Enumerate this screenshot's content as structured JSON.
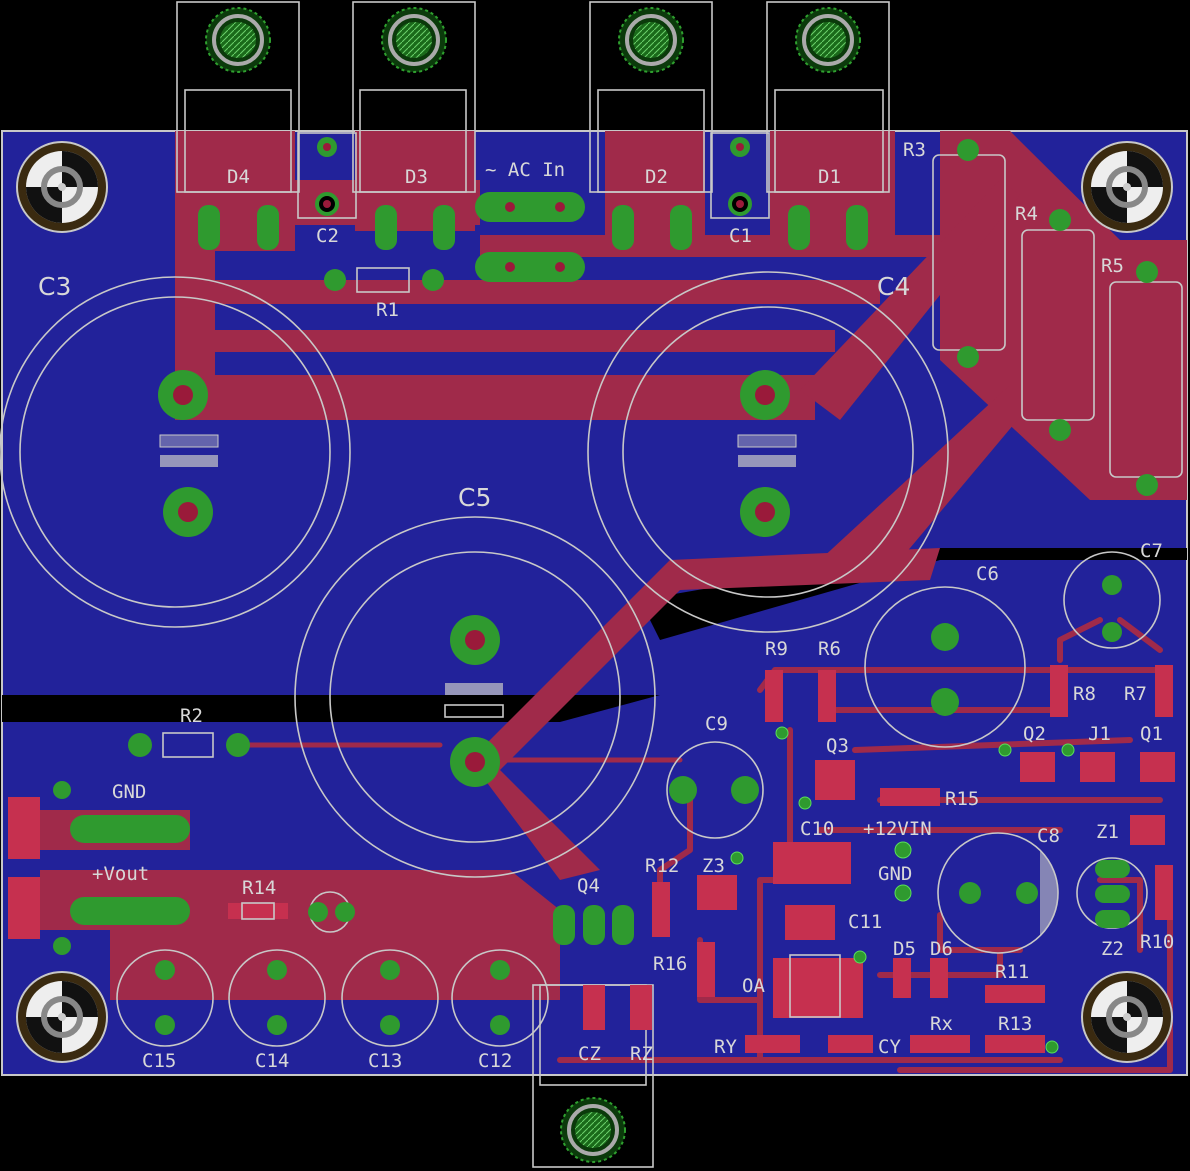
{
  "board": {
    "colors": {
      "background": "#000000",
      "ground_plane": "#22229a",
      "copper": "#a02a4a",
      "pad": "#2f9a2f",
      "silkscreen": "#c8c8c8"
    },
    "labels": {
      "d4": "D4",
      "d3": "D3",
      "d2": "D2",
      "d1": "D1",
      "ac_in": "~ AC In",
      "c2": "C2",
      "c1": "C1",
      "r1": "R1",
      "c3": "C3",
      "c4": "C4",
      "c5": "C5",
      "r3": "R3",
      "r4": "R4",
      "r5": "R5",
      "r2": "R2",
      "gnd": "GND",
      "vout": "+Vout",
      "r14": "R14",
      "c15": "C15",
      "c14": "C14",
      "c13": "C13",
      "c12": "C12",
      "q4": "Q4",
      "cz": "CZ",
      "rz": "RZ",
      "r12": "R12",
      "z3": "Z3",
      "r16": "R16",
      "c9": "C9",
      "r9": "R9",
      "r6": "R6",
      "q3": "Q3",
      "c6": "C6",
      "c7": "C7",
      "r8": "R8",
      "r7": "R7",
      "q2": "Q2",
      "j1": "J1",
      "q1": "Q1",
      "r15": "R15",
      "c10": "C10",
      "vin12": "+12VIN",
      "gnd2": "GND",
      "c8": "C8",
      "z1": "Z1",
      "z2": "Z2",
      "r10": "R10",
      "c11": "C11",
      "d5": "D5",
      "d6": "D6",
      "oa": "OA",
      "r11": "R11",
      "rx": "Rx",
      "r13": "R13",
      "ry": "RY",
      "cy": "CY"
    }
  }
}
